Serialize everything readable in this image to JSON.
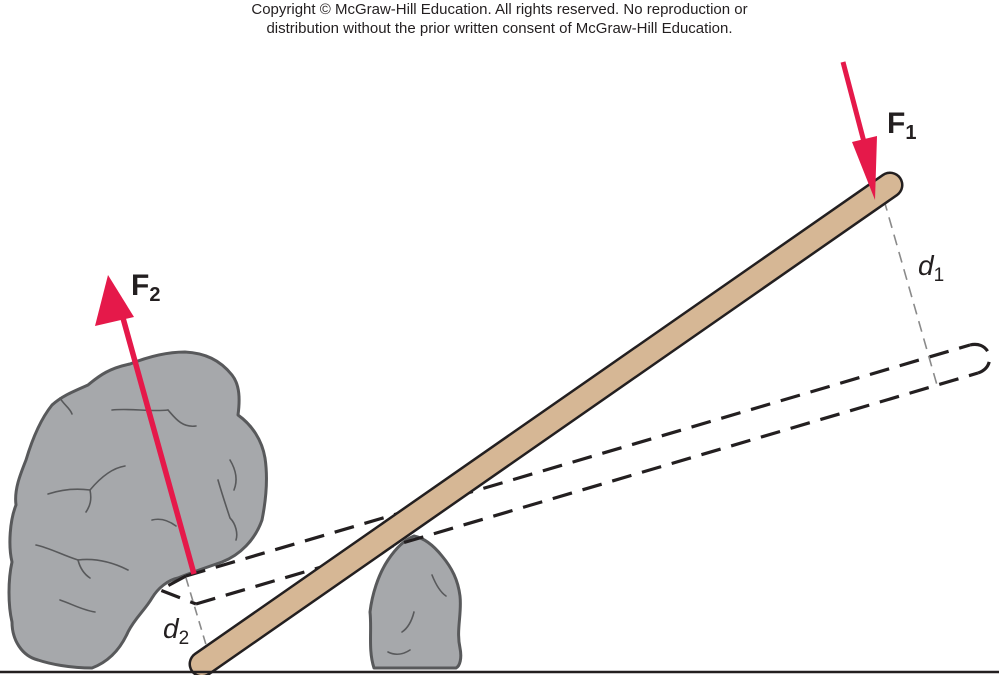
{
  "copyright": {
    "line1": "Copyright © McGraw-Hill Education.  All rights reserved. No reproduction or",
    "line2": "distribution without the prior written consent of McGraw-Hill Education."
  },
  "labels": {
    "f1": {
      "main": "F",
      "sub": "1"
    },
    "f2": {
      "main": "F",
      "sub": "2"
    },
    "d1": {
      "main": "d",
      "sub": "1"
    },
    "d2": {
      "main": "d",
      "sub": "2"
    }
  },
  "colors": {
    "force_arrow": "#e5194a",
    "lever": "#d6b795",
    "rock": "#a6a8ab",
    "outline": "#231f20"
  }
}
